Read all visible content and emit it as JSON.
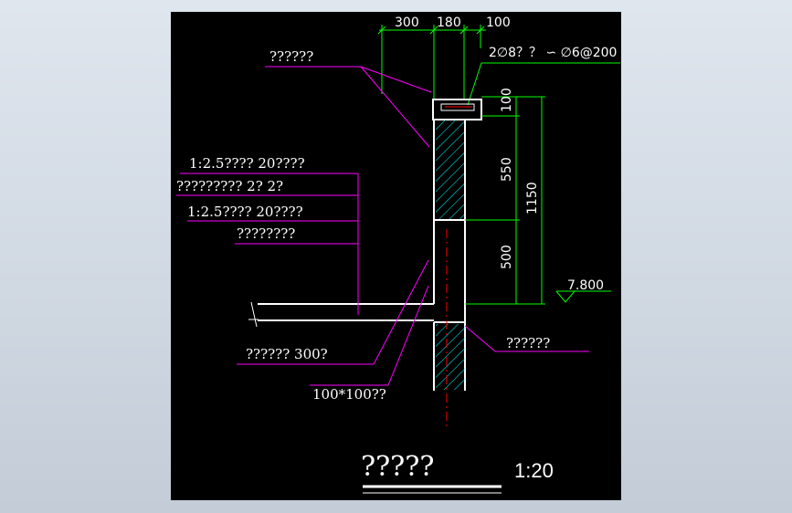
{
  "drawing": {
    "top_dims": [
      "300",
      "180",
      "100"
    ],
    "rebar_note": "2∅8？？  ∽ ∅6@200",
    "vert_dims": [
      "100",
      "550",
      "1150",
      "500"
    ],
    "elevation": "7.800",
    "left_notes": [
      "??????",
      "1:2.5????  20????",
      "?????????   2? 2?",
      "1:2.5????  20????",
      "????????"
    ],
    "bottom_notes": [
      "??????  300?",
      "100*100??"
    ],
    "right_note": "??????",
    "title": "?????",
    "scale": "1:20"
  }
}
